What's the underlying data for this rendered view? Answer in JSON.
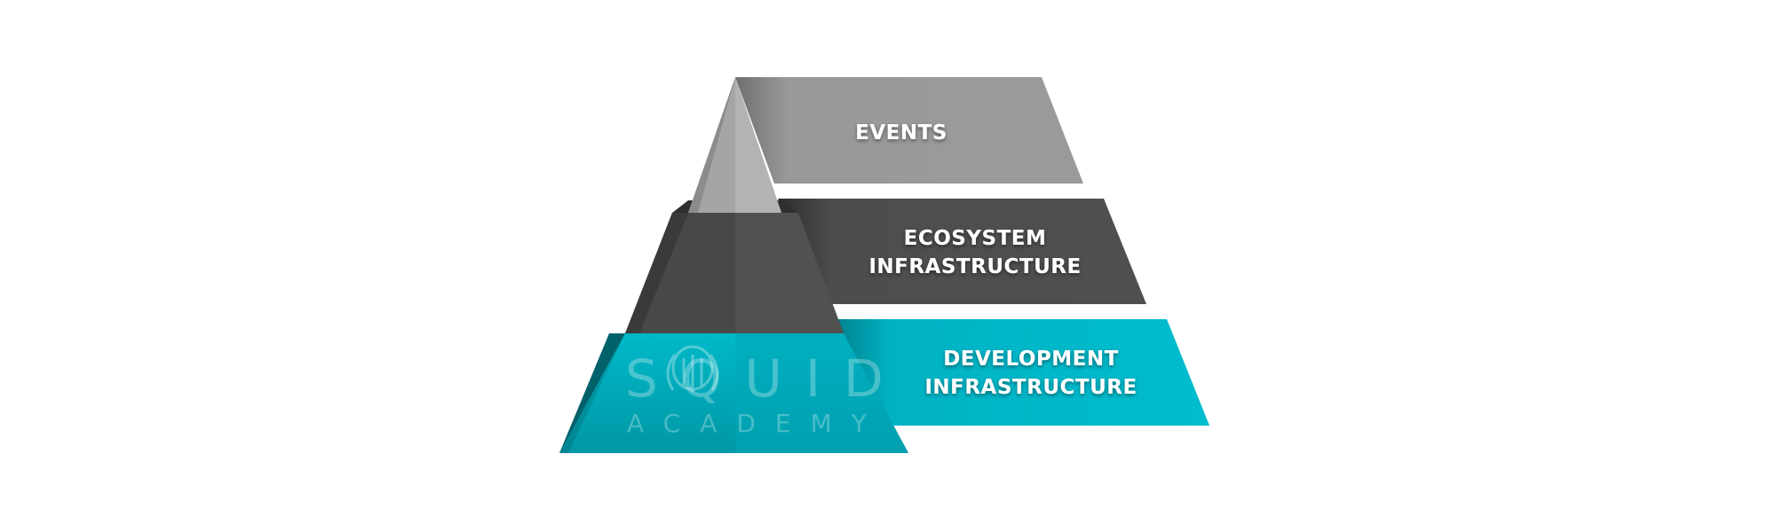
{
  "layers": [
    {
      "id": "events",
      "lines": [
        "EVENTS"
      ],
      "color": "#999999"
    },
    {
      "id": "ecosystem",
      "lines": [
        "ECOSYSTEM",
        "INFRASTRUCTURE"
      ],
      "color": "#4d4d4d"
    },
    {
      "id": "development",
      "lines": [
        "DEVELOPMENT",
        "INFRASTRUCTURE"
      ],
      "color": "#00b5c6"
    }
  ],
  "logo": {
    "title": "SQUID",
    "subtitle": "ACADEMY",
    "icon": "squid-icon"
  }
}
